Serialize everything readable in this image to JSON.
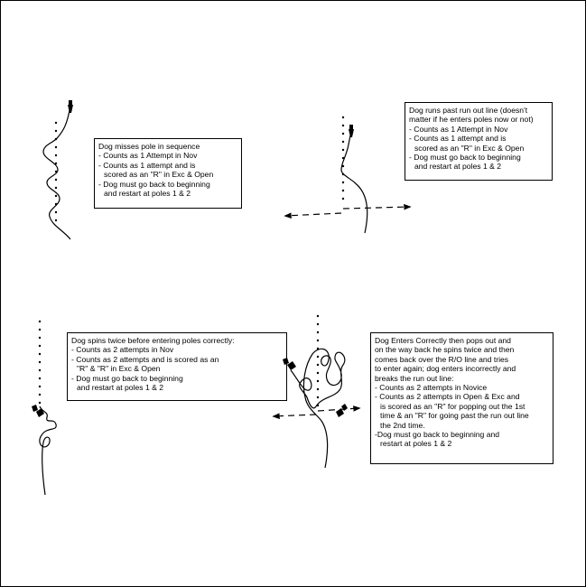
{
  "diagram": {
    "panels": [
      {
        "id": "missed-pole",
        "lines": [
          "Dog misses pole in sequence",
          "- Counts as 1 Attempt in Nov",
          "- Counts as 1 attempt and is",
          "  scored as an \"R\" in Exc & Open",
          "- Dog must go back to beginning",
          "  and restart at poles 1 & 2"
        ]
      },
      {
        "id": "run-out-line",
        "lines": [
          "Dog runs past run out line (doesn't",
          "matter if he enters poles now or not)",
          "- Counts as 1 Attempt in Nov",
          "- Counts as 1 attempt and is",
          "  scored as an \"R\" in Exc & Open",
          "- Dog must go back to beginning",
          "  and restart at poles 1 & 2"
        ]
      },
      {
        "id": "spins-twice",
        "lines": [
          "Dog spins twice before entering poles correctly:",
          "- Counts as 2 attempts in Nov",
          "- Counts as 2 attempts and is scored as an",
          "  \"R\" & \"R\" in Exc & Open",
          "- Dog must go back to beginning",
          "  and restart at poles 1 & 2"
        ]
      },
      {
        "id": "pops-out",
        "lines": [
          "Dog Enters Correctly then pops out and",
          "on the way back he spins twice and then",
          "comes back over the R/O line and tries",
          "to enter again; dog enters incorrectly and",
          "breaks the run out line:",
          "- Counts as 2 attempts in Novice",
          "- Counts as 2 attempts in Open & Exc and",
          "  is scored as an \"R\" for popping out the 1st",
          "  time & an \"R\" for going past the run out line",
          "  the 2nd time.",
          "-Dog must go back to beginning and",
          "  restart at poles 1 & 2"
        ]
      }
    ]
  }
}
